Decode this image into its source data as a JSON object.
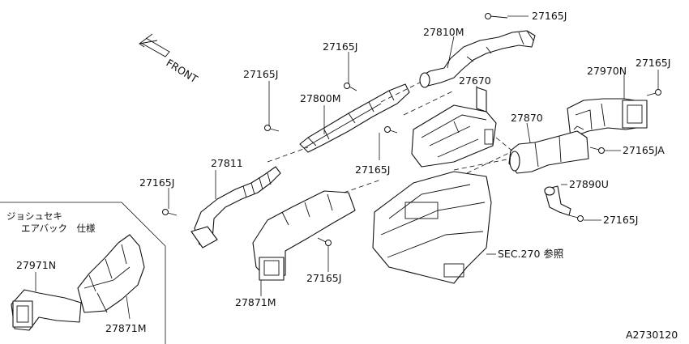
{
  "front_label": "FRONT",
  "diagram_id": "A2730120",
  "inset": {
    "title_line1": "ジョシュセキ",
    "title_line2": "エアバック　仕様"
  },
  "part_labels": {
    "p27165J_top": "27165J",
    "p27810M": "27810M",
    "p27165J_mid": "27165J",
    "p27165J_left": "27165J",
    "p27800M": "27800M",
    "p27670": "27670",
    "p27970N": "27970N",
    "p27165J_right": "27165J",
    "p27870": "27870",
    "p27165JA": "27165JA",
    "p27811": "27811",
    "p27165J_center": "27165J",
    "p27165J_farleft": "27165J",
    "p27890U": "27890U",
    "p27165J_lowright": "27165J",
    "p27971N": "27971N",
    "sec270": "SEC.270 参照",
    "p27165J_bottom": "27165J",
    "p27871M": "27871M",
    "p27871M_inset": "27871M"
  }
}
